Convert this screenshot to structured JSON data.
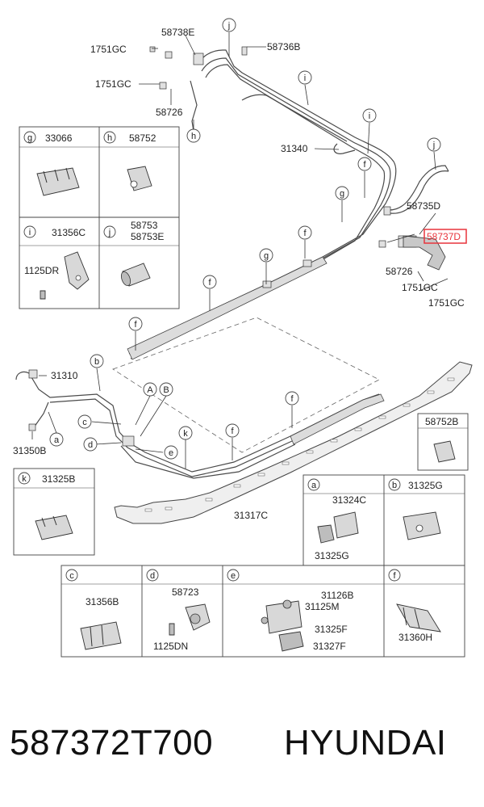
{
  "footer": {
    "part_number": "587372T700",
    "brand": "HYUNDAI"
  },
  "highlight_color": "#e8343c",
  "main_labels": {
    "l_58738E": "58738E",
    "l_1751GC_a": "1751GC",
    "l_58736B": "58736B",
    "l_1751GC_b": "1751GC",
    "l_58726_a": "58726",
    "l_31340": "31340",
    "l_58735D": "58735D",
    "l_58737D": "58737D",
    "l_58726_b": "58726",
    "l_1751GC_c": "1751GC",
    "l_1751GC_d": "1751GC",
    "l_31310": "31310",
    "l_31350B": "31350B",
    "l_31317C": "31317C"
  },
  "callouts": {
    "j1": "j",
    "i1": "i",
    "h1": "h",
    "i2": "i",
    "j2": "j",
    "f1": "f",
    "g1": "g",
    "f2": "f",
    "g2": "g",
    "f3": "f",
    "f4": "f",
    "b1": "b",
    "A": "A",
    "B": "B",
    "c1": "c",
    "a1": "a",
    "d1": "d",
    "e1": "e",
    "k1": "k",
    "f5": "f",
    "f6": "f"
  },
  "inset_boxes": {
    "g": {
      "letter": "g",
      "code": "33066"
    },
    "h": {
      "letter": "h",
      "code": "58752"
    },
    "i": {
      "letter": "i",
      "code": "31356C",
      "sub": "1125DR"
    },
    "j": {
      "letter": "j",
      "code": "58753",
      "code2": "58753E"
    },
    "k": {
      "letter": "k",
      "code": "31325B"
    },
    "x58752B": {
      "code": "58752B"
    },
    "a": {
      "letter": "a",
      "code": "31324C",
      "sub": "31325G"
    },
    "b": {
      "letter": "b",
      "code": "31325G"
    },
    "c": {
      "letter": "c",
      "code": "31356B"
    },
    "d": {
      "letter": "d",
      "code": "58723",
      "sub": "1125DN"
    },
    "e": {
      "letter": "e",
      "code": "31126B",
      "code2": "31125M",
      "code3": "31325F",
      "code4": "31327F"
    },
    "f": {
      "letter": "f",
      "code": "31360H"
    }
  }
}
